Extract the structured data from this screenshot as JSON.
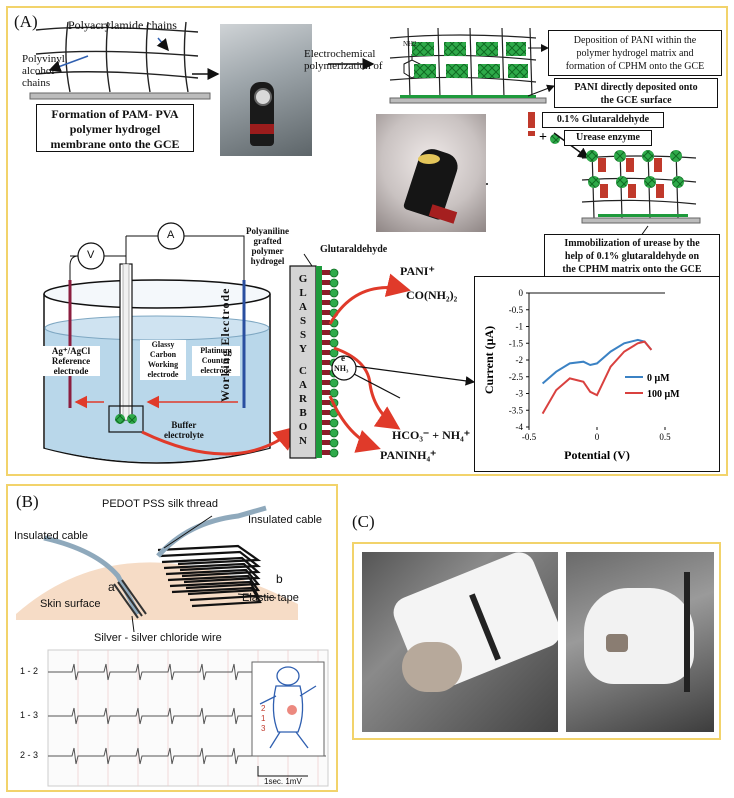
{
  "panels": {
    "a_label": "(A)",
    "b_label": "(B)",
    "c_label": "(C)"
  },
  "panel_a": {
    "polyacrylamide": "Polyacrylamide chains",
    "polyvinyl_line1": "Polyvinyl",
    "polyvinyl_line2": "alcohol",
    "polyvinyl_line3": "chains",
    "formation_line1": "Formation of PAM- PVA",
    "formation_line2": "polymer hydrogel",
    "formation_line3": "membrane onto the GCE",
    "electrochem_line1": "Electrochemical",
    "electrochem_line2": "polymerization of",
    "nh2": "NH2",
    "deposition_line1": "Deposition of PANI within the",
    "deposition_line2": "polymer hydrogel matrix and",
    "deposition_line3": "formation of CPHM onto the GCE",
    "pani_direct_line1": "PANI directly deposited onto",
    "pani_direct_line2": "the GCE surface",
    "glutaraldehyde_box": "0.1% Glutaraldehyde",
    "urease": "Urease enzyme",
    "immob_line1": "Immobilization of urease by the",
    "immob_line2": "help of 0.1% glutaraldehyde on",
    "immob_line3": "the CPHM matrix onto the GCE",
    "v": "V",
    "a": "A",
    "ref_line1": "Ag⁺/AgCl",
    "ref_line2": "Reference",
    "ref_line3": "electrode",
    "gc_line1": "Glassy",
    "gc_line2": "Carbon",
    "gc_line3": "Working",
    "gc_line4": "electrode",
    "pt_line1": "Platinum",
    "pt_line2": "Counter",
    "pt_line3": "electrode",
    "buffer_line1": "Buffer",
    "buffer_line2": "electrolyte",
    "pani_graft_line1": "Polyaniline",
    "pani_graft_line2": "grafted",
    "pani_graft_line3": "polymer",
    "pani_graft_line4": "hydrogel",
    "glutaraldehyde": "Glutaraldehyde",
    "working_electrode": "Working    Electrode",
    "glassy_carbon": [
      "G",
      "L",
      "A",
      "S",
      "S",
      "Y",
      "",
      "C",
      "A",
      "R",
      "B",
      "O",
      "N"
    ],
    "pani_plus": "PANI⁺",
    "urea": "CO(NH₂)₂",
    "nh3": "NH₃",
    "e": "e",
    "hco3": "HCO₃⁻ + NH₄⁺",
    "paninh4": "PANINH₄⁺"
  },
  "chart_data": {
    "type": "line",
    "ylabel": "Current (μA)",
    "xlabel": "Potential (V)",
    "xlim": [
      -0.5,
      0.5
    ],
    "ylim": [
      -4,
      0
    ],
    "xticks": [
      -0.5,
      0,
      0.5
    ],
    "yticks": [
      0,
      -0.5,
      -1,
      -1.5,
      -2,
      -2.5,
      -3,
      -3.5,
      -4
    ],
    "ytick_labels": [
      "0",
      "-0.5",
      "-1",
      "-1.5",
      "-2",
      "-2.5",
      "-3",
      "-3.5",
      "-4"
    ],
    "xtick_labels": [
      "-0.5",
      "0",
      "0.5"
    ],
    "grid": false,
    "legend_position": "lower-right",
    "series": [
      {
        "name": "0 μM",
        "color": "#3b82c4",
        "x": [
          -0.4,
          -0.3,
          -0.2,
          -0.1,
          -0.05,
          0.0,
          0.1,
          0.2,
          0.3,
          0.35,
          0.4
        ],
        "y": [
          -2.7,
          -2.35,
          -2.1,
          -2.05,
          -2.15,
          -2.1,
          -1.75,
          -1.5,
          -1.4,
          -1.45,
          -1.7
        ]
      },
      {
        "name": "100 μM",
        "color": "#d9413f",
        "x": [
          -0.4,
          -0.3,
          -0.2,
          -0.1,
          -0.05,
          0.0,
          0.1,
          0.2,
          0.3,
          0.35,
          0.4
        ],
        "y": [
          -3.6,
          -2.9,
          -2.55,
          -2.65,
          -2.95,
          -3.05,
          -2.2,
          -1.75,
          -1.5,
          -1.45,
          -1.7
        ]
      }
    ]
  },
  "panel_b": {
    "pedot": "PEDOT PSS silk thread",
    "insulated_left": "Insulated cable",
    "insulated_right": "Insulated cable",
    "a": "a",
    "b": "b",
    "skin": "Skin surface",
    "elastic": "Elastic tape",
    "silver": "Silver -  silver chloride wire",
    "lead_12": "1 - 2",
    "lead_13": "1 - 3",
    "lead_23": "2 - 3",
    "scale": "1sec. 1mV",
    "mouse_2": "2",
    "mouse_1": "1",
    "mouse_3": "3"
  }
}
